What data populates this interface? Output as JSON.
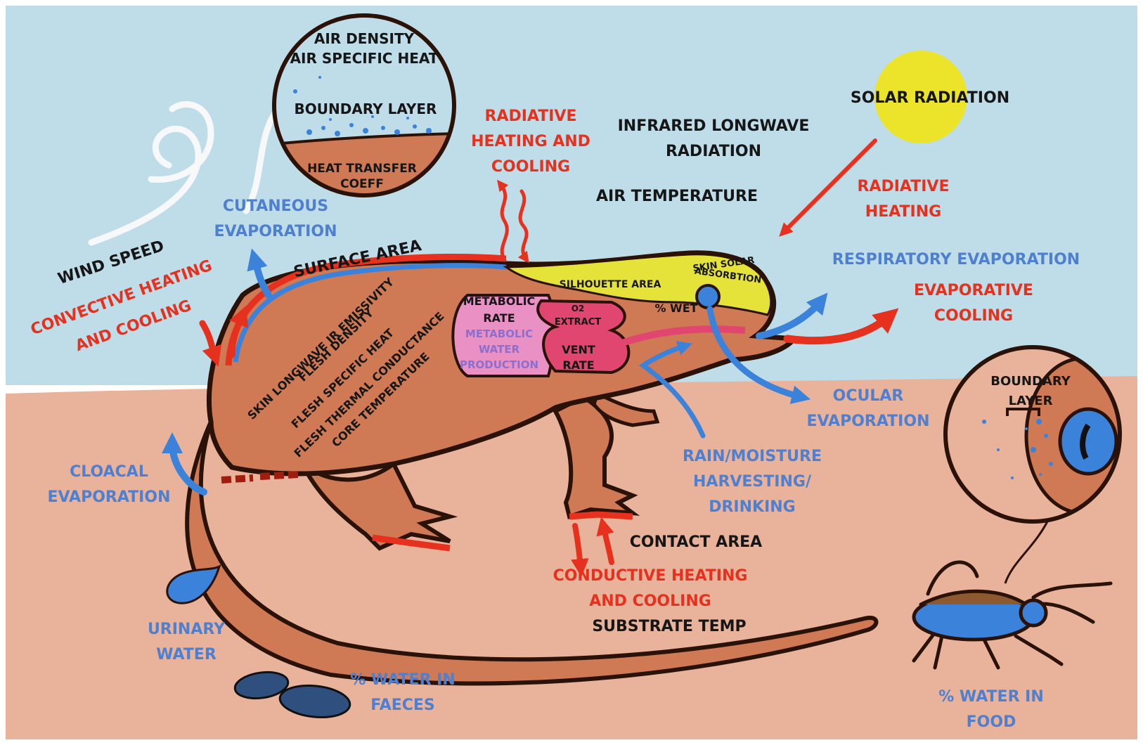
{
  "colors": {
    "sky": "#bfdde8",
    "ground": "#e8b29b",
    "lizard": "#cf7a55",
    "outline": "#2a1208",
    "heat": "#e5311d",
    "water": "#3b82db",
    "sun": "#ece42b",
    "yellow_region": "#e5e23a",
    "pink_region": "#e990c4",
    "lung_region": "#e0466f"
  },
  "icons": [
    "wind-swirl-icon",
    "sun-icon",
    "water-drop-icon",
    "faeces-icon",
    "cricket-icon",
    "magnifier-circle-icon"
  ],
  "labels": {
    "air_density": "AIR DENSITY",
    "air_specific_heat": "AIR SPECIFIC HEAT",
    "boundary_layer": "BOUNDARY LAYER",
    "heat_transfer_1": "HEAT TRANSFER",
    "heat_transfer_2": "COEFF",
    "radiative_heating_cooling_1": "RADIATIVE",
    "radiative_heating_cooling_2": "HEATING AND",
    "radiative_heating_cooling_3": "COOLING",
    "infrared_1": "INFRARED LONGWAVE",
    "infrared_2": "RADIATION",
    "solar_radiation": "SOLAR RADIATION",
    "air_temperature": "AIR TEMPERATURE",
    "radiative_heating_1": "RADIATIVE",
    "radiative_heating_2": "HEATING",
    "cutaneous_1": "CUTANEOUS",
    "cutaneous_2": "EVAPORATION",
    "wind_speed": "WIND SPEED",
    "surface_area": "SURFACE AREA",
    "convective_1": "CONVECTIVE HEATING",
    "convective_2": "AND COOLING",
    "respiratory": "RESPIRATORY EVAPORATION",
    "evaporative_1": "EVAPORATIVE",
    "evaporative_2": "COOLING",
    "silhouette": "SILHOUETTE AREA",
    "skin_solar_1": "SKIN SOLAR",
    "skin_solar_2": "ABSORBTION",
    "metabolic_1": "METABOLIC",
    "metabolic_2": "RATE",
    "metabolic_water_1": "METABOLIC",
    "metabolic_water_2": "WATER",
    "metabolic_water_3": "PRODUCTION",
    "o2_1": "O2",
    "o2_2": "EXTRACT",
    "vent_1": "VENT",
    "vent_2": "RATE",
    "pct_wet": "% WET",
    "body_1": "SKIN LONGWAVE IR EMISSIVITY",
    "body_2": "FLESH DENSITY",
    "body_3": "FLESH SPECIFIC HEAT",
    "body_4": "FLESH THERMAL CONDUCTANCE",
    "body_5": "CORE TEMPERATURE",
    "ocular_1": "OCULAR",
    "ocular_2": "EVAPORATION",
    "boundary_eye_1": "BOUNDARY",
    "boundary_eye_2": "LAYER",
    "rain_1": "RAIN/MOISTURE",
    "rain_2": "HARVESTING/",
    "rain_3": "DRINKING",
    "cloacal_1": "CLOACAL",
    "cloacal_2": "EVAPORATION",
    "contact_area": "CONTACT AREA",
    "conductive_1": "CONDUCTIVE HEATING",
    "conductive_2": "AND COOLING",
    "substrate": "SUBSTRATE TEMP",
    "urinary_1": "URINARY",
    "urinary_2": "WATER",
    "faeces_1": "% WATER IN",
    "faeces_2": "FAECES",
    "food_1": "% WATER IN",
    "food_2": "FOOD"
  }
}
